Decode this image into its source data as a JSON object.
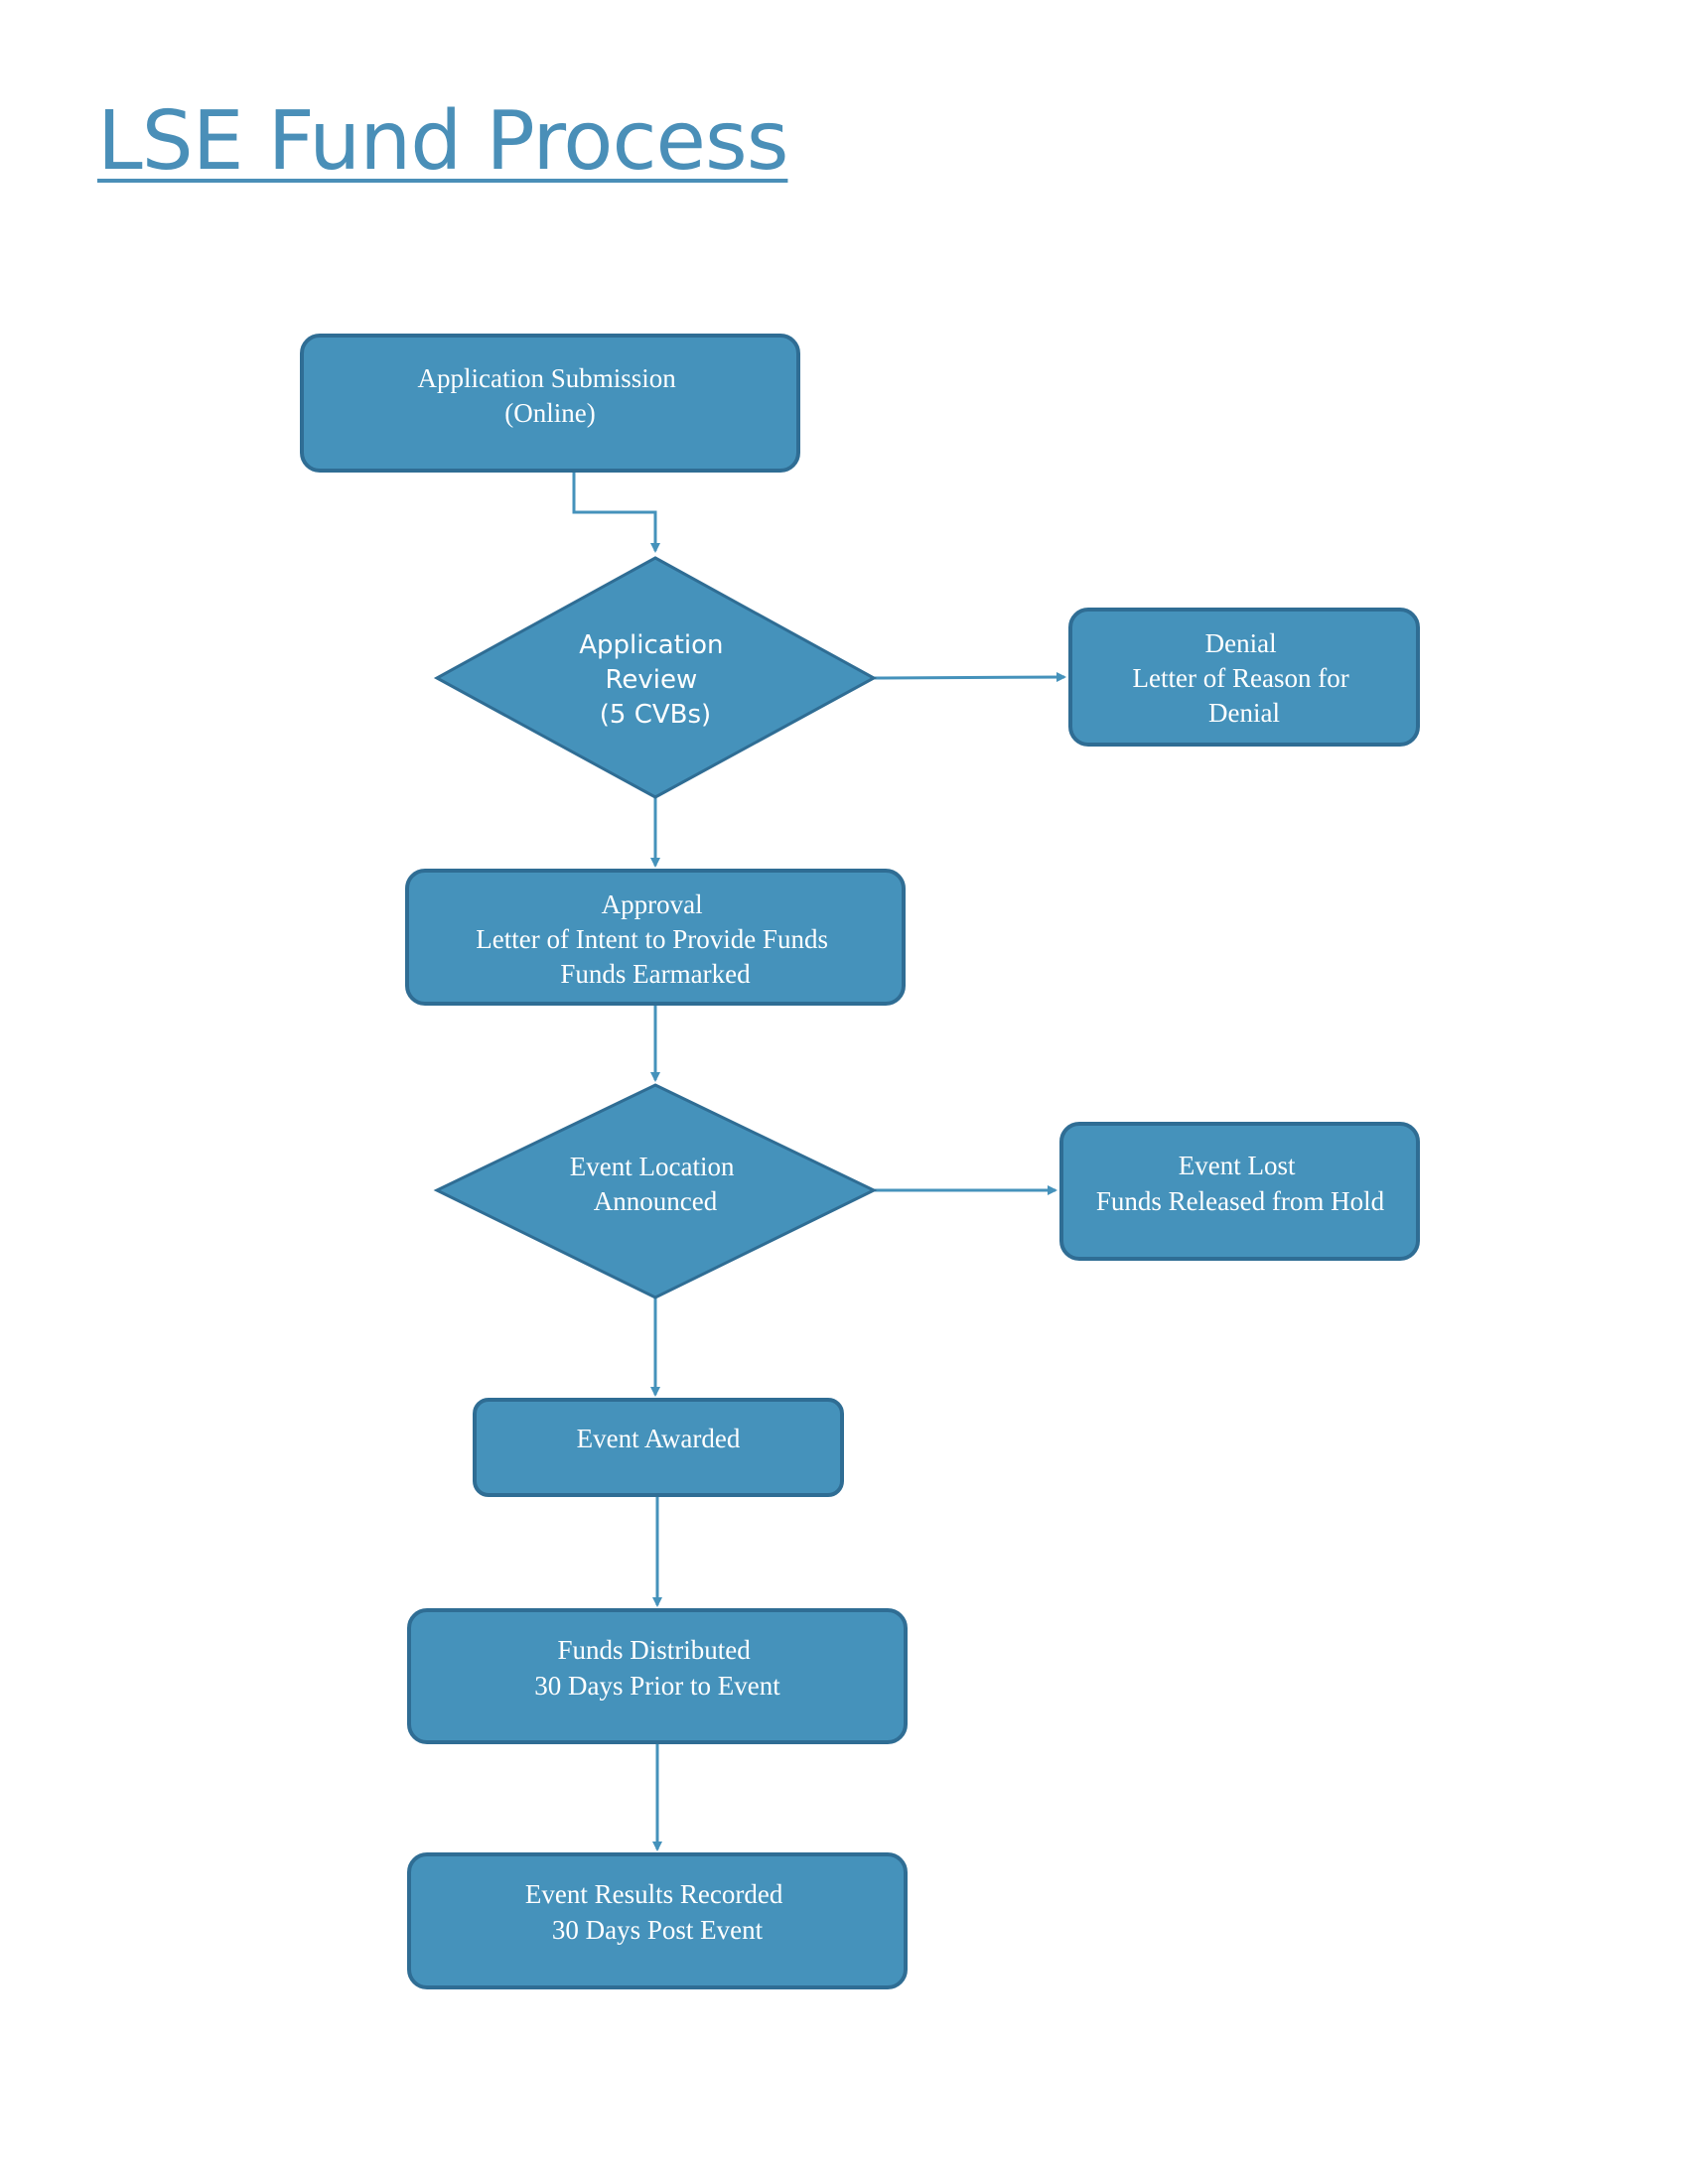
{
  "title": "LSE Fund Process",
  "colors": {
    "title": "#4a8fb8",
    "node_fill": "#4592bb",
    "node_stroke": "#2f6d94",
    "connector": "#4592bb",
    "node_text": "#ffffff"
  },
  "nodes": {
    "submission": {
      "lines": [
        "Application Submission",
        "(Online)"
      ]
    },
    "review": {
      "lines": [
        "Application",
        "Review",
        "(5 CVBs)"
      ]
    },
    "denial": {
      "lines": [
        "Denial",
        "Letter of Reason for",
        "Denial"
      ]
    },
    "approval": {
      "lines": [
        "Approval",
        "Letter of Intent to Provide Funds",
        "Funds Earmarked"
      ]
    },
    "location": {
      "lines": [
        "Event Location",
        "Announced"
      ]
    },
    "lost": {
      "lines": [
        "Event Lost",
        "Funds Released from Hold"
      ]
    },
    "awarded": {
      "lines": [
        "Event Awarded"
      ]
    },
    "distributed": {
      "lines": [
        "Funds Distributed",
        "30 Days Prior to Event"
      ]
    },
    "results": {
      "lines": [
        "Event Results Recorded",
        "30 Days Post Event"
      ]
    }
  }
}
